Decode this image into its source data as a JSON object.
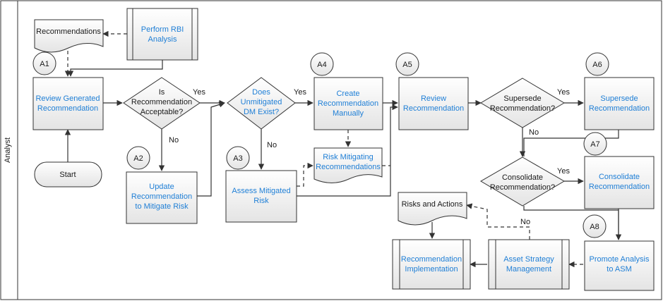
{
  "lane": {
    "label": "Analyst"
  },
  "nodes": {
    "recommendations": "Recommendations",
    "perform_rbi": [
      "Perform RBI",
      "Analysis"
    ],
    "review_generated": [
      "Review Generated",
      "Recommendation"
    ],
    "is_acceptable": [
      "Is",
      "Recommendation",
      "Acceptable?"
    ],
    "unmitigated": [
      "Does",
      "Unmitigated",
      "DM Exist?"
    ],
    "create_manual": [
      "Create",
      "Recommendation",
      "Manually"
    ],
    "review": [
      "Review",
      "Recommendation"
    ],
    "supersede_q": [
      "Supersede",
      "Recommendation?"
    ],
    "supersede": [
      "Supersede",
      "Recommendation"
    ],
    "start": "Start",
    "update_rec": [
      "Update",
      "Recommendation",
      "to Mitigate Risk"
    ],
    "assess": [
      "Assess Mitigated",
      "Risk"
    ],
    "risk_mitigating": [
      "Risk Mitigating",
      "Recommendations"
    ],
    "consolidate_q": [
      "Consolidate",
      "Recommendation?"
    ],
    "consolidate": [
      "Consolidate",
      "Recommendation"
    ],
    "risks_actions": "Risks and Actions",
    "rec_impl": [
      "Recommendation",
      "Implementation"
    ],
    "asset_strategy": [
      "Asset Strategy",
      "Management"
    ],
    "promote": [
      "Promote Analysis",
      "to ASM"
    ]
  },
  "markers": [
    "A1",
    "A2",
    "A3",
    "A4",
    "A5",
    "A6",
    "A7",
    "A8"
  ],
  "edge_labels": {
    "yes1": "Yes",
    "no1": "No",
    "yes2": "Yes",
    "no2": "No",
    "yes3": "Yes",
    "no3": "No",
    "yes4": "Yes",
    "no4": "No"
  },
  "colors": {
    "link": "#1f7fd6",
    "text": "#1a1a1a",
    "stroke": "#333333"
  }
}
